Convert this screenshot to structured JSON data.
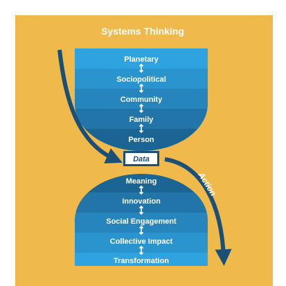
{
  "title": "Systems Thinking",
  "top_levels": [
    "Planetary",
    "Sociopolitical",
    "Community",
    "Family",
    "Person"
  ],
  "bottom_levels": [
    "Meaning",
    "Innovation",
    "Social Engagement",
    "Collective Impact",
    "Transformation"
  ],
  "center_label": "Data",
  "arrow_label": "Action",
  "colors": {
    "background": "#f0b94b",
    "band_shades": [
      "#2ea3df",
      "#2a94cf",
      "#2685bd",
      "#2175a9",
      "#1b6594"
    ],
    "arrow": "#1a4f78",
    "text": "#ffffff"
  }
}
